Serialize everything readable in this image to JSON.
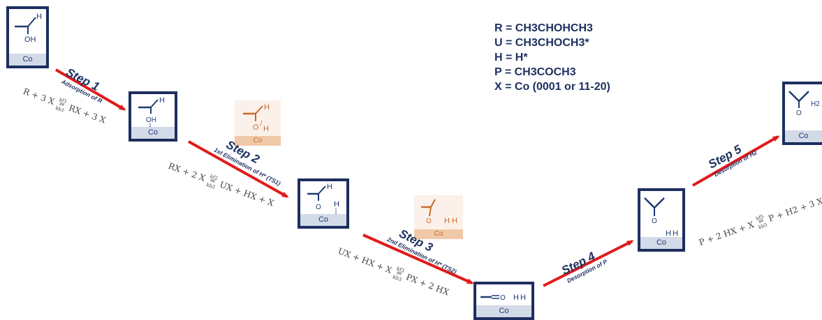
{
  "legend": {
    "r": "R = CH3CHOHCH3",
    "u": "U = CH3CHOCH3*",
    "h": "H = H*",
    "p": "P = CH3COCH3",
    "x": "X = Co (0001 or 11-20)"
  },
  "surface_label": "Co",
  "atoms": {
    "oxygen": "O",
    "hydroxyl": "OH",
    "hydrogen": "H",
    "dihydrogen": "H2"
  },
  "steps": [
    {
      "title": "Step 1",
      "sub": "Adsorption of R",
      "eq": {
        "left": "R + 3 X",
        "kf": "kf1",
        "kb": "kb1",
        "right": "RX + 3 X"
      }
    },
    {
      "title": "Step 2",
      "sub": "1st Elimination of H* (TS1)",
      "eq": {
        "left": "RX + 2 X",
        "kf": "kf2",
        "kb": "kb2",
        "right": "UX + HX + X"
      }
    },
    {
      "title": "Step 3",
      "sub": "2nd Elimination of H* (TS2)",
      "eq": {
        "left": "UX + HX + X",
        "kf": "kf3",
        "kb": "kb3",
        "right": "PX + 2 HX"
      }
    },
    {
      "title": "Step 4",
      "sub": "Desorption of P"
    },
    {
      "title": "Step 5",
      "sub": "Desorption of H2",
      "eq": {
        "left": "P + 2 HX + X",
        "kf": "kf5",
        "kb": "kb5",
        "right": "P + H2 + 3 X"
      }
    }
  ],
  "colors": {
    "frame": "#1c2f5e",
    "arrow": "#e01b1b",
    "surface": "#d3dae8",
    "ts_accent": "#c76a2a",
    "text": "#1c2f5e"
  }
}
